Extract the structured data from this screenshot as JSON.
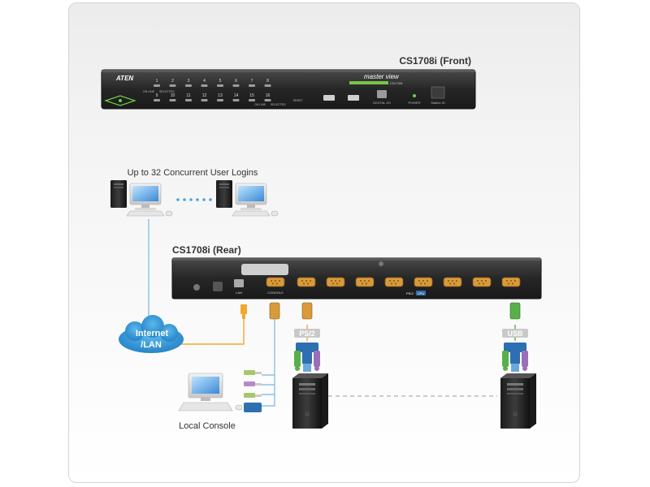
{
  "front_unit": {
    "title": "CS1708i (Front)",
    "brand": "ATEN",
    "logo_text": "master view",
    "model_badge": "CS1708i",
    "port_numbers_top": [
      "1",
      "2",
      "3",
      "4",
      "5",
      "6",
      "7",
      "8"
    ],
    "port_numbers_bottom": [
      "9",
      "10",
      "11",
      "12",
      "13",
      "14",
      "15",
      "16"
    ],
    "small_labels": {
      "on_line": "ON LINE",
      "selected": "SELECTED",
      "reset": "RESET",
      "on_line_2": "ON LINE",
      "selected_2": "SELECTED",
      "digital_io": "DIGITAL I/O",
      "power": "POWER",
      "station": "Station ID"
    }
  },
  "rear_unit": {
    "title": "CS1708i (Rear)",
    "lan_label": "LAN",
    "console_label": "CONSOLE",
    "ps2_usb_label": "PS/2 · USB",
    "cpu_label": "CPU"
  },
  "remote_users": {
    "caption": "Up to 32 Concurrent User Logins"
  },
  "network": {
    "line1": "Internet",
    "line2": "/LAN"
  },
  "local_console": {
    "caption": "Local Console"
  },
  "adapters": {
    "ps2": "PS/2",
    "usb": "USB"
  },
  "colors": {
    "unit_body": "#2b2b2b",
    "network_cloud": "#2e8fd0",
    "cable_orange": "#f0a830",
    "cable_blue": "#6aa8d8",
    "vga_port": "#d89a3a",
    "adapter_green": "#58b04a",
    "adapter_purple": "#9b6fb8",
    "adapter_blue": "#2d6fb0"
  },
  "icons": [
    "desktop-computer-icon",
    "tower-computer-icon",
    "network-cloud-icon",
    "kvm-adapter-icon",
    "mouse-icon",
    "keyboard-icon"
  ]
}
